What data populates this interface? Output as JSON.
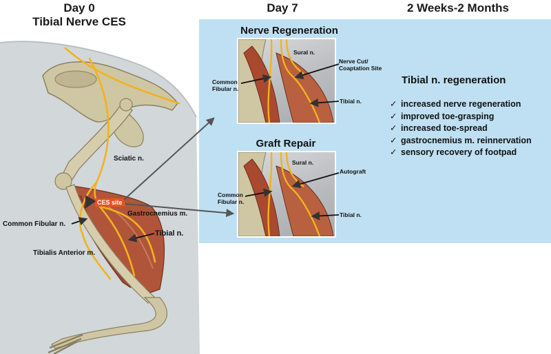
{
  "headers": {
    "day0_line1": "Day 0",
    "day0_line2": "Tibial Nerve CES",
    "day7": "Day 7",
    "weeks": "2 Weeks-2 Months"
  },
  "main_labels": {
    "sciatic": "Sciatic n.",
    "ces_site": "CES site",
    "gastrocnemius": "Gastrocnemius m.",
    "common_fibular": "Common Fibular n.",
    "tibial": "Tibial n.",
    "tibialis_anterior": "Tibialis Anterior m."
  },
  "inset_top": {
    "title": "Nerve Regeneration",
    "sural": "Sural n.",
    "cut_line1": "Nerve Cut/",
    "cut_line2": "Coaptation Site",
    "fibular_line1": "Common",
    "fibular_line2": "Fibular n.",
    "tibial": "Tibial n."
  },
  "inset_bottom": {
    "title": "Graft Repair",
    "sural": "Sural n.",
    "autograft": "Autograft",
    "fibular_line1": "Common",
    "fibular_line2": "Fibular n.",
    "tibial": "Tibial n."
  },
  "outcomes": {
    "title": "Tibial n. regeneration",
    "items": [
      "increased nerve regeneration",
      "improved toe-grasping",
      "increased toe-spread",
      "gastrocnemius m. reinnervation",
      "sensory recovery of footpad"
    ]
  },
  "colors": {
    "panel": "#bfe0f2",
    "nerve": "#f2b21f",
    "muscle": "#b0553a",
    "bone": "#cfc6a4",
    "ces": "#e8531f"
  }
}
